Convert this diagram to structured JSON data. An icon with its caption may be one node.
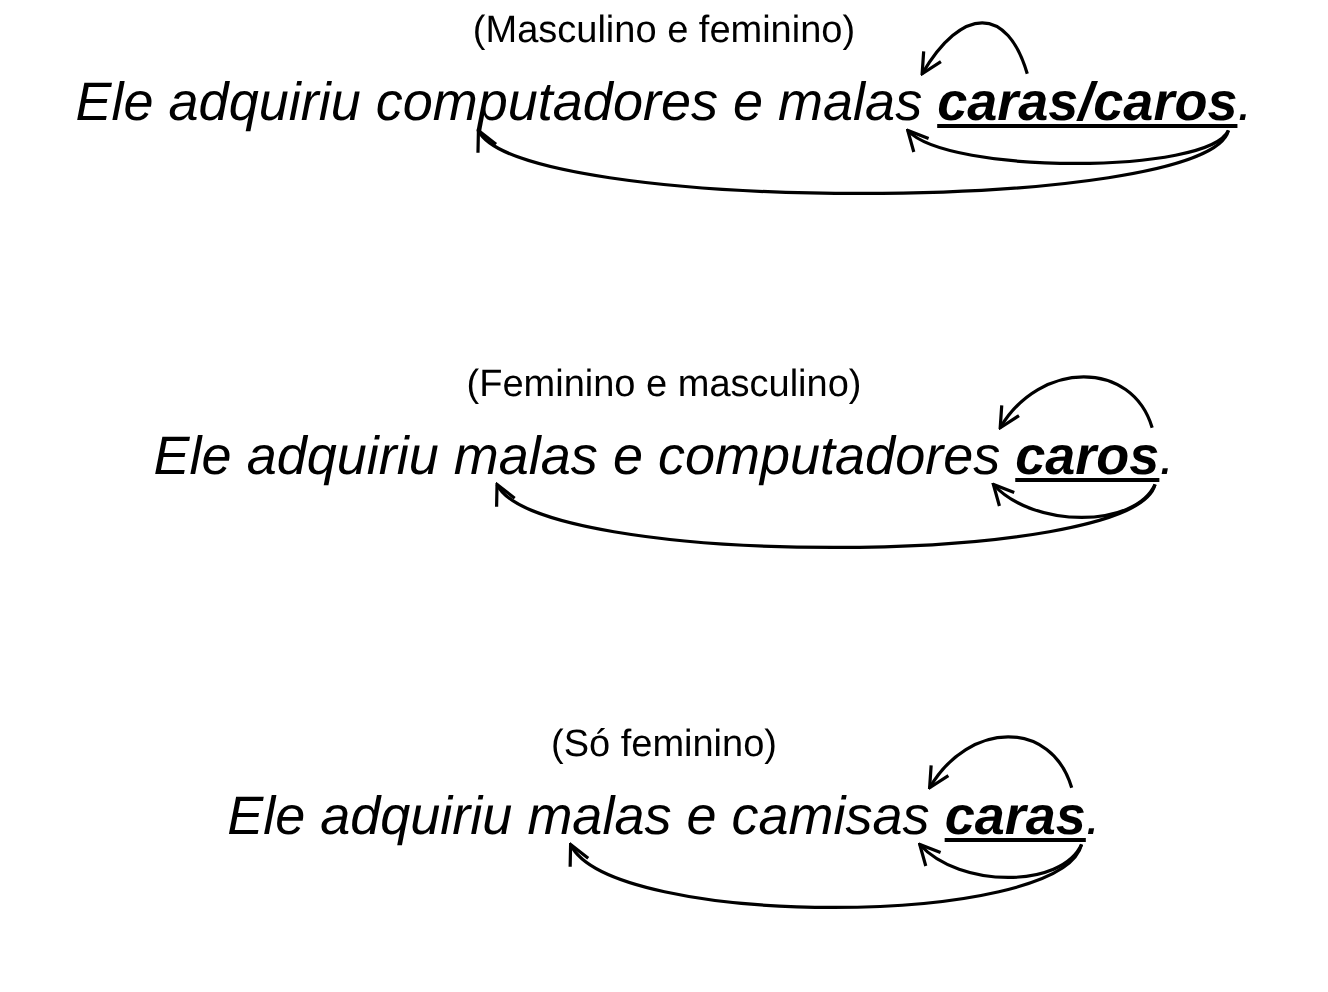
{
  "diagram": {
    "nodes": [
      {
        "text": [
          "computadores"
        ]
      },
      {
        "text": [
          "malas"
        ]
      },
      {
        "text": [
          "caras/caros"
        ]
      },
      {
        "text": [
          "malas"
        ]
      },
      {
        "text": [
          "computadores"
        ]
      },
      {
        "text": [
          "caros"
        ]
      },
      {
        "text": [
          "malas"
        ]
      },
      {
        "text": [
          "camisas"
        ]
      },
      {
        "text": [
          "caras"
        ]
      }
    ],
    "edges": [
      {
        "from": 2,
        "to": 1,
        "arrow": "to"
      },
      {
        "from": 2,
        "to": 1,
        "arrow": "to"
      },
      {
        "from": 2,
        "to": 0,
        "arrow": "to"
      },
      {
        "from": 5,
        "to": 4,
        "arrow": "to"
      },
      {
        "from": 5,
        "to": 4,
        "arrow": "to"
      },
      {
        "from": 5,
        "to": 3,
        "arrow": "to"
      },
      {
        "from": 8,
        "to": 7,
        "arrow": "to"
      },
      {
        "from": 8,
        "to": 7,
        "arrow": "to"
      },
      {
        "from": 8,
        "to": 6,
        "arrow": "to"
      }
    ],
    "labels": [
      "(Masculino e feminino)",
      "Ele adquiriu",
      "e",
      ".",
      "(Feminino e masculino)",
      "Ele adquiriu",
      "e",
      ".",
      "(Só feminino)",
      "Ele adquiriu",
      "e",
      "."
    ]
  }
}
